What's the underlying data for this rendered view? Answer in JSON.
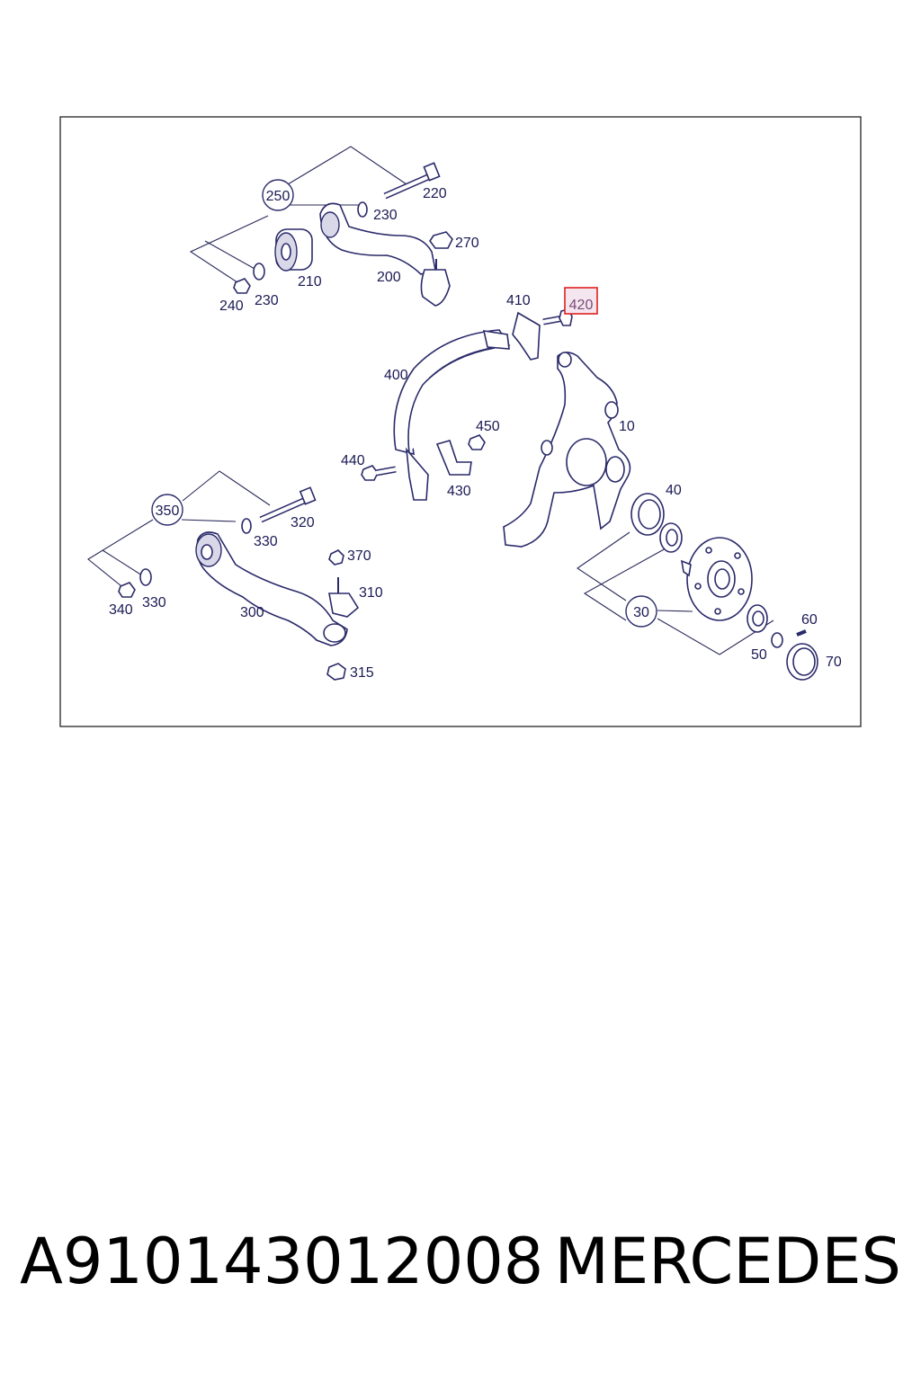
{
  "diagram": {
    "callouts": {
      "c10": "10",
      "c30": "30",
      "c40": "40",
      "c50": "50",
      "c60": "60",
      "c70": "70",
      "c200": "200",
      "c210": "210",
      "c220": "220",
      "c230a": "230",
      "c230b": "230",
      "c240": "240",
      "c250": "250",
      "c270": "270",
      "c300": "300",
      "c310": "310",
      "c315": "315",
      "c320": "320",
      "c330a": "330",
      "c330b": "330",
      "c340": "340",
      "c350": "350",
      "c370": "370",
      "c400": "400",
      "c410": "410",
      "c420": "420",
      "c430": "430",
      "c440": "440",
      "c450": "450"
    },
    "highlighted_callout": "420",
    "colors": {
      "line": "#2a2a6a",
      "highlight": "#e02020",
      "text": "#1a1a55"
    }
  },
  "caption": {
    "part_number": "A910143012008",
    "brand": "MERCEDES"
  }
}
